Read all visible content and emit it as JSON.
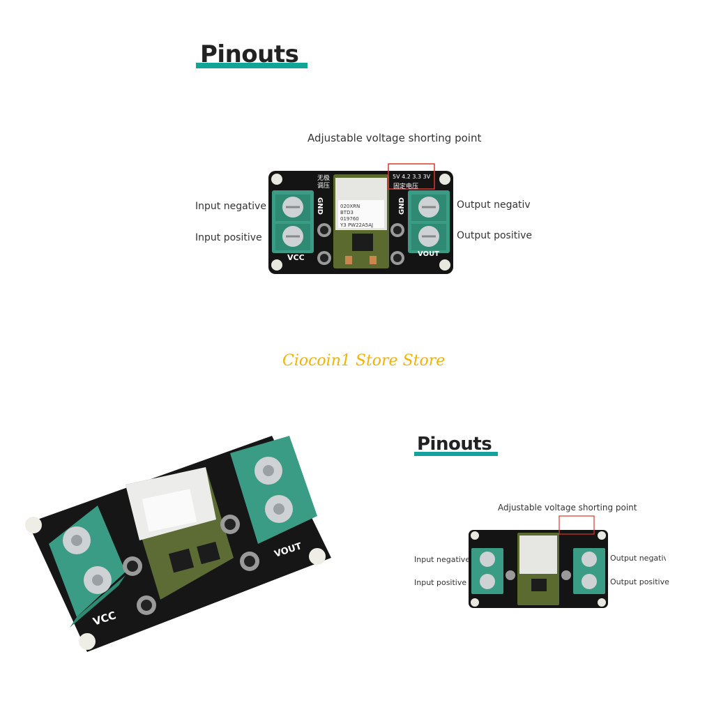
{
  "top": {
    "title": "Pinouts",
    "callout": "Adjustable voltage shorting point",
    "labels": {
      "input_negative": "Input negative",
      "input_positive": "Input positive",
      "output_negative": "Output negative",
      "output_positive": "Output positive"
    },
    "board": {
      "gnd_left": "GND",
      "gnd_right": "GND",
      "vcc": "VCC",
      "vout": "VOUT",
      "chip_lines": [
        "020XRN",
        "BTD3",
        "019760",
        "Y3  PW22A5AJ"
      ],
      "voltage_marks": "5V 4.2 3.3 3V",
      "chinese_top": "无极调压",
      "chinese_fixed": "固定电压"
    }
  },
  "watermark": "Ciocoin1 Store Store",
  "bottom_right": {
    "title": "Pinouts",
    "callout": "Adjustable voltage shorting point",
    "labels": {
      "input_negative": "Input negative",
      "input_positive": "Input positive",
      "output_negative": "Output negative",
      "output_positive": "Output positive"
    }
  },
  "colors": {
    "accent": "#12a49a",
    "terminal_green": "#3a9c84",
    "pcb": "#141414",
    "watermark": "#f0b400",
    "callout_box": "#d9362b"
  }
}
